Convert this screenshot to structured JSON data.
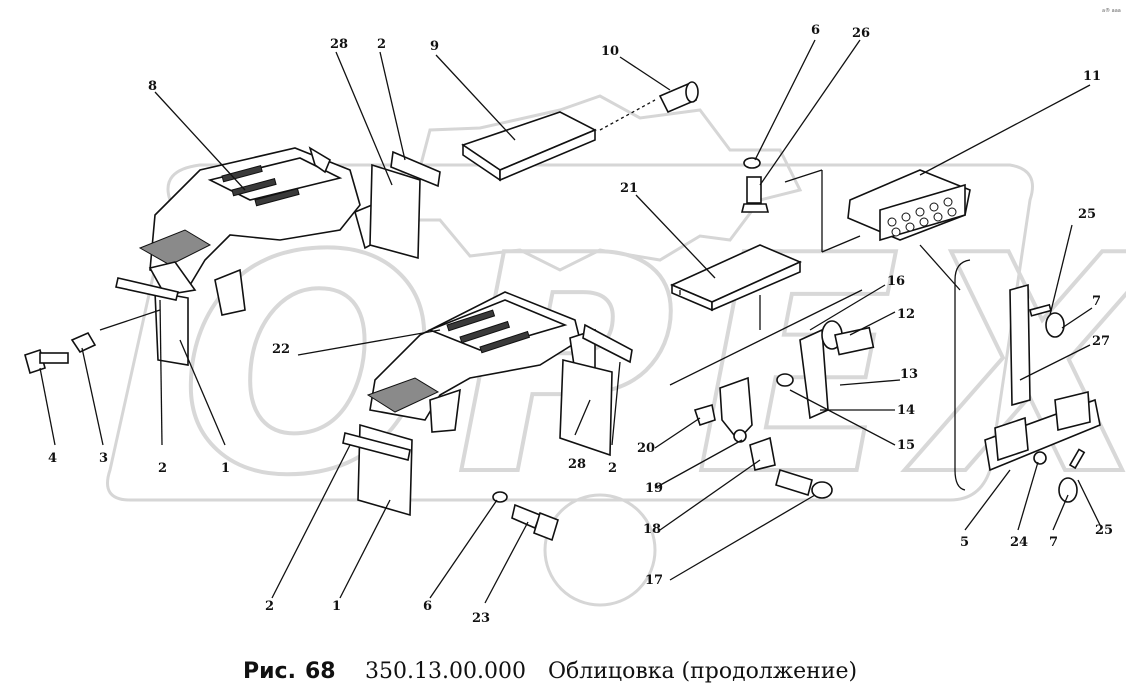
{
  "watermark": {
    "text": "OPEX",
    "color": "#d8d8d8"
  },
  "corner_mark": "a® aaa",
  "caption": {
    "fig_prefix": "Рис.",
    "fig_number": "68",
    "part_code": "350.13.00.000",
    "title": "Облицовка (продолжение)"
  },
  "callouts": {
    "c28a": "28",
    "c2a": "2",
    "c9": "9",
    "c10": "10",
    "c6a": "6",
    "c26": "26",
    "c8": "8",
    "c11": "11",
    "c21": "21",
    "c25a": "25",
    "c16": "16",
    "c7a": "7",
    "c12": "12",
    "c27": "27",
    "c22": "22",
    "c13": "13",
    "c14": "14",
    "c15": "15",
    "c20": "20",
    "c4": "4",
    "c3": "3",
    "c2b": "2",
    "c1a": "1",
    "c19": "19",
    "c28b": "28",
    "c2c": "2",
    "c18": "18",
    "c17": "17",
    "c5": "5",
    "c24": "24",
    "c7b": "7",
    "c25b": "25",
    "c2d": "2",
    "c1b": "1",
    "c6b": "6",
    "c23": "23"
  }
}
